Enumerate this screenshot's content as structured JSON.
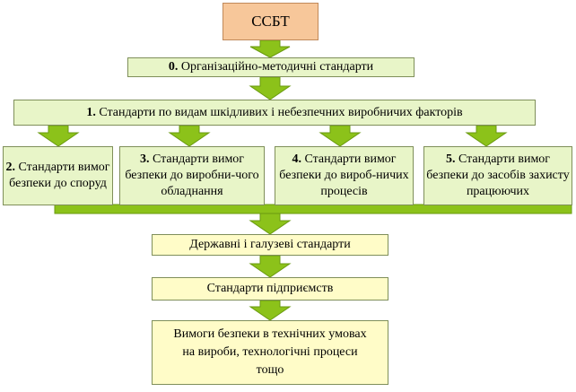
{
  "title": "ССБТ",
  "level0": {
    "num": "0.",
    "text": "Організаційно-методичні стандарти"
  },
  "level1": {
    "num": "1.",
    "text": "Стандарти по видам шкідливих і небезпечних виробничих факторів"
  },
  "groups": [
    {
      "num": "2.",
      "text": "Стандарти вимог безпеки до споруд"
    },
    {
      "num": "3.",
      "text": "Стандарти вимог безпеки до виробни-чого обладнання"
    },
    {
      "num": "4.",
      "text": "Стандарти вимог безпеки до вироб-ничих процесів"
    },
    {
      "num": "5.",
      "text": "Стандарти вимог безпеки до засобів захисту працюючих"
    }
  ],
  "state_standards": "Державні і галузеві стандарти",
  "enterprise_standards": "Стандарти підприємств",
  "technical_conditions": "Вимоги безпеки в технічних умовах на вироби, технологічні процеси тощо",
  "colors": {
    "arrow": "#8cc21a",
    "box_green": "#e8f5c8",
    "box_yellow": "#fffcc8",
    "box_orange": "#f7c79a"
  }
}
